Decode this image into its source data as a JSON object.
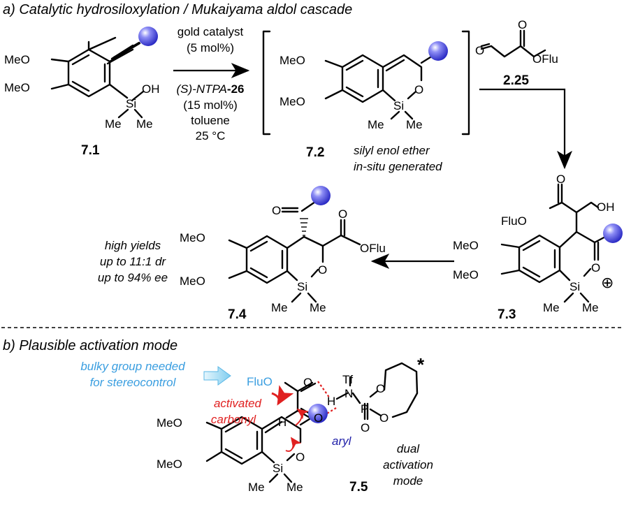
{
  "section_a": {
    "title": "a) Catalytic hydrosiloxylation / Mukaiyama aldol cascade"
  },
  "section_b": {
    "title": "b) Plausible activation mode"
  },
  "conditions": {
    "line1": "gold catalyst",
    "line2": "(5 mol%)",
    "line3_italic": "(S)-NTPA",
    "line3_bold": "-26",
    "line4": "(15 mol%)",
    "line5": "toluene",
    "line6": "25 °C"
  },
  "compounds": {
    "c71": "7.1",
    "c72": "7.2",
    "c225": "2.25",
    "c73": "7.3",
    "c74": "7.4",
    "c75": "7.5"
  },
  "notes": {
    "enol1": "silyl enol ether",
    "enol2": "in-situ generated",
    "result1": "high yields",
    "result2": "up to 11:1 dr",
    "result3": "up to 94% ee",
    "bulky1": "bulky group needed",
    "bulky2": "for stereocontrol",
    "activated1": "activated",
    "activated2": "carbonyl",
    "aryl": "aryl",
    "dual1": "dual",
    "dual2": "activation",
    "dual3": "mode"
  },
  "atoms": {
    "meo": "MeO",
    "me": "Me",
    "si": "Si",
    "o": "O",
    "oh": "OH",
    "flu_o": "FluO",
    "o_flu": "OFlu",
    "h": "H",
    "tf": "Tf",
    "n": "N",
    "p": "P",
    "plus": "⊕",
    "star": "*"
  },
  "colors": {
    "sphere_fill": "#3b3bd9",
    "blue_label": "#1f1fa8",
    "cyan_text": "#3a9ee0",
    "red": "#e02020",
    "arrow_cyan": "#9fd8f3"
  }
}
